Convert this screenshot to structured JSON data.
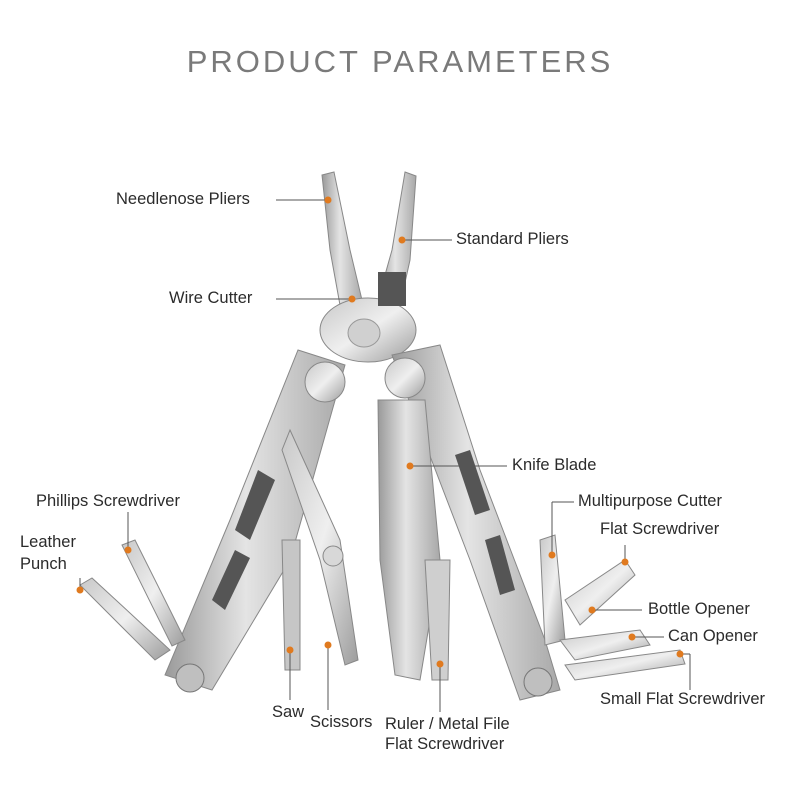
{
  "title": "PRODUCT PARAMETERS",
  "accent_color": "#e07a1f",
  "labels": {
    "needlenose_pliers": "Needlenose Pliers",
    "standard_pliers": "Standard Pliers",
    "wire_cutter": "Wire Cutter",
    "knife_blade": "Knife Blade",
    "phillips_screwdriver": "Phillips Screwdriver",
    "leather_punch_1": "Leather",
    "leather_punch_2": "Punch",
    "multipurpose_cutter": "Multipurpose Cutter",
    "flat_screwdriver_right": "Flat Screwdriver",
    "bottle_opener": "Bottle Opener",
    "can_opener": "Can Opener",
    "small_flat_screwdriver": "Small Flat Screwdriver",
    "saw": "Saw",
    "scissors": "Scissors",
    "ruler_metal_file": "Ruler / Metal File",
    "flat_screwdriver_bottom": "Flat Screwdriver"
  }
}
